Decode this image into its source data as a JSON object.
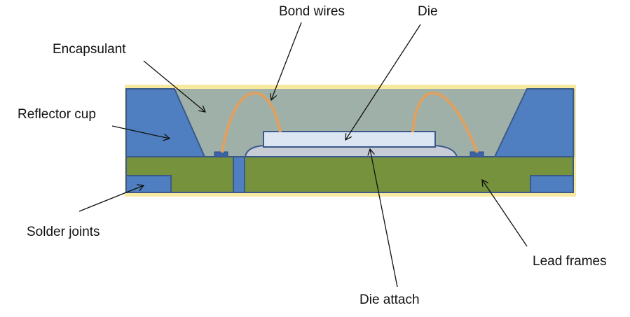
{
  "labels": {
    "bond_wires": "Bond wires",
    "die": "Die",
    "encapsulant": "Encapsulant",
    "reflector_cup": "Reflector cup",
    "solder_joints": "Solder joints",
    "lead_frames": "Lead frames",
    "die_attach": "Die attach"
  },
  "colors": {
    "encapsulant": "#9fb0a9",
    "reflector": "#4f7fc0",
    "lead_frame": "#76923c",
    "die": "#dce6f2",
    "die_attach": "#c8ccd6",
    "wire": "#e0a060",
    "outline": "#3b5a8a",
    "edge": "#f8e9a0"
  }
}
